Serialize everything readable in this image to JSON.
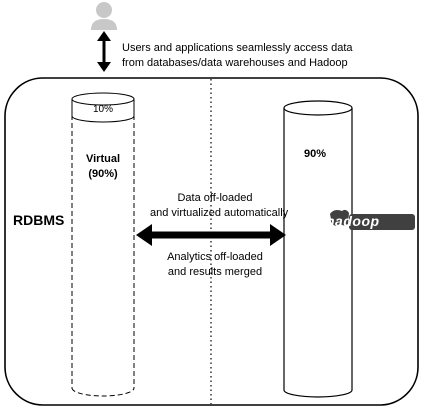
{
  "user": {
    "icon": "person-icon",
    "color": "#c8c8c8"
  },
  "access_caption": {
    "line1": "Users and applications seamlessly access data",
    "line2": "from databases/data warehouses and Hadoop"
  },
  "rdbms": {
    "label": "RDBMS",
    "active_percent": "10%",
    "virtual_line1": "Virtual",
    "virtual_line2": "(90%)"
  },
  "hadoop": {
    "percent": "90%",
    "logo_text": "hadoop",
    "logo_icon": "hadoop-elephant-icon",
    "logo_color": "#404040"
  },
  "arrow_captions": {
    "offload_line1": "Data off-loaded",
    "offload_line2": "and virtualized automatically",
    "analytics_line1": "Analytics off-loaded",
    "analytics_line2": "and results merged"
  }
}
